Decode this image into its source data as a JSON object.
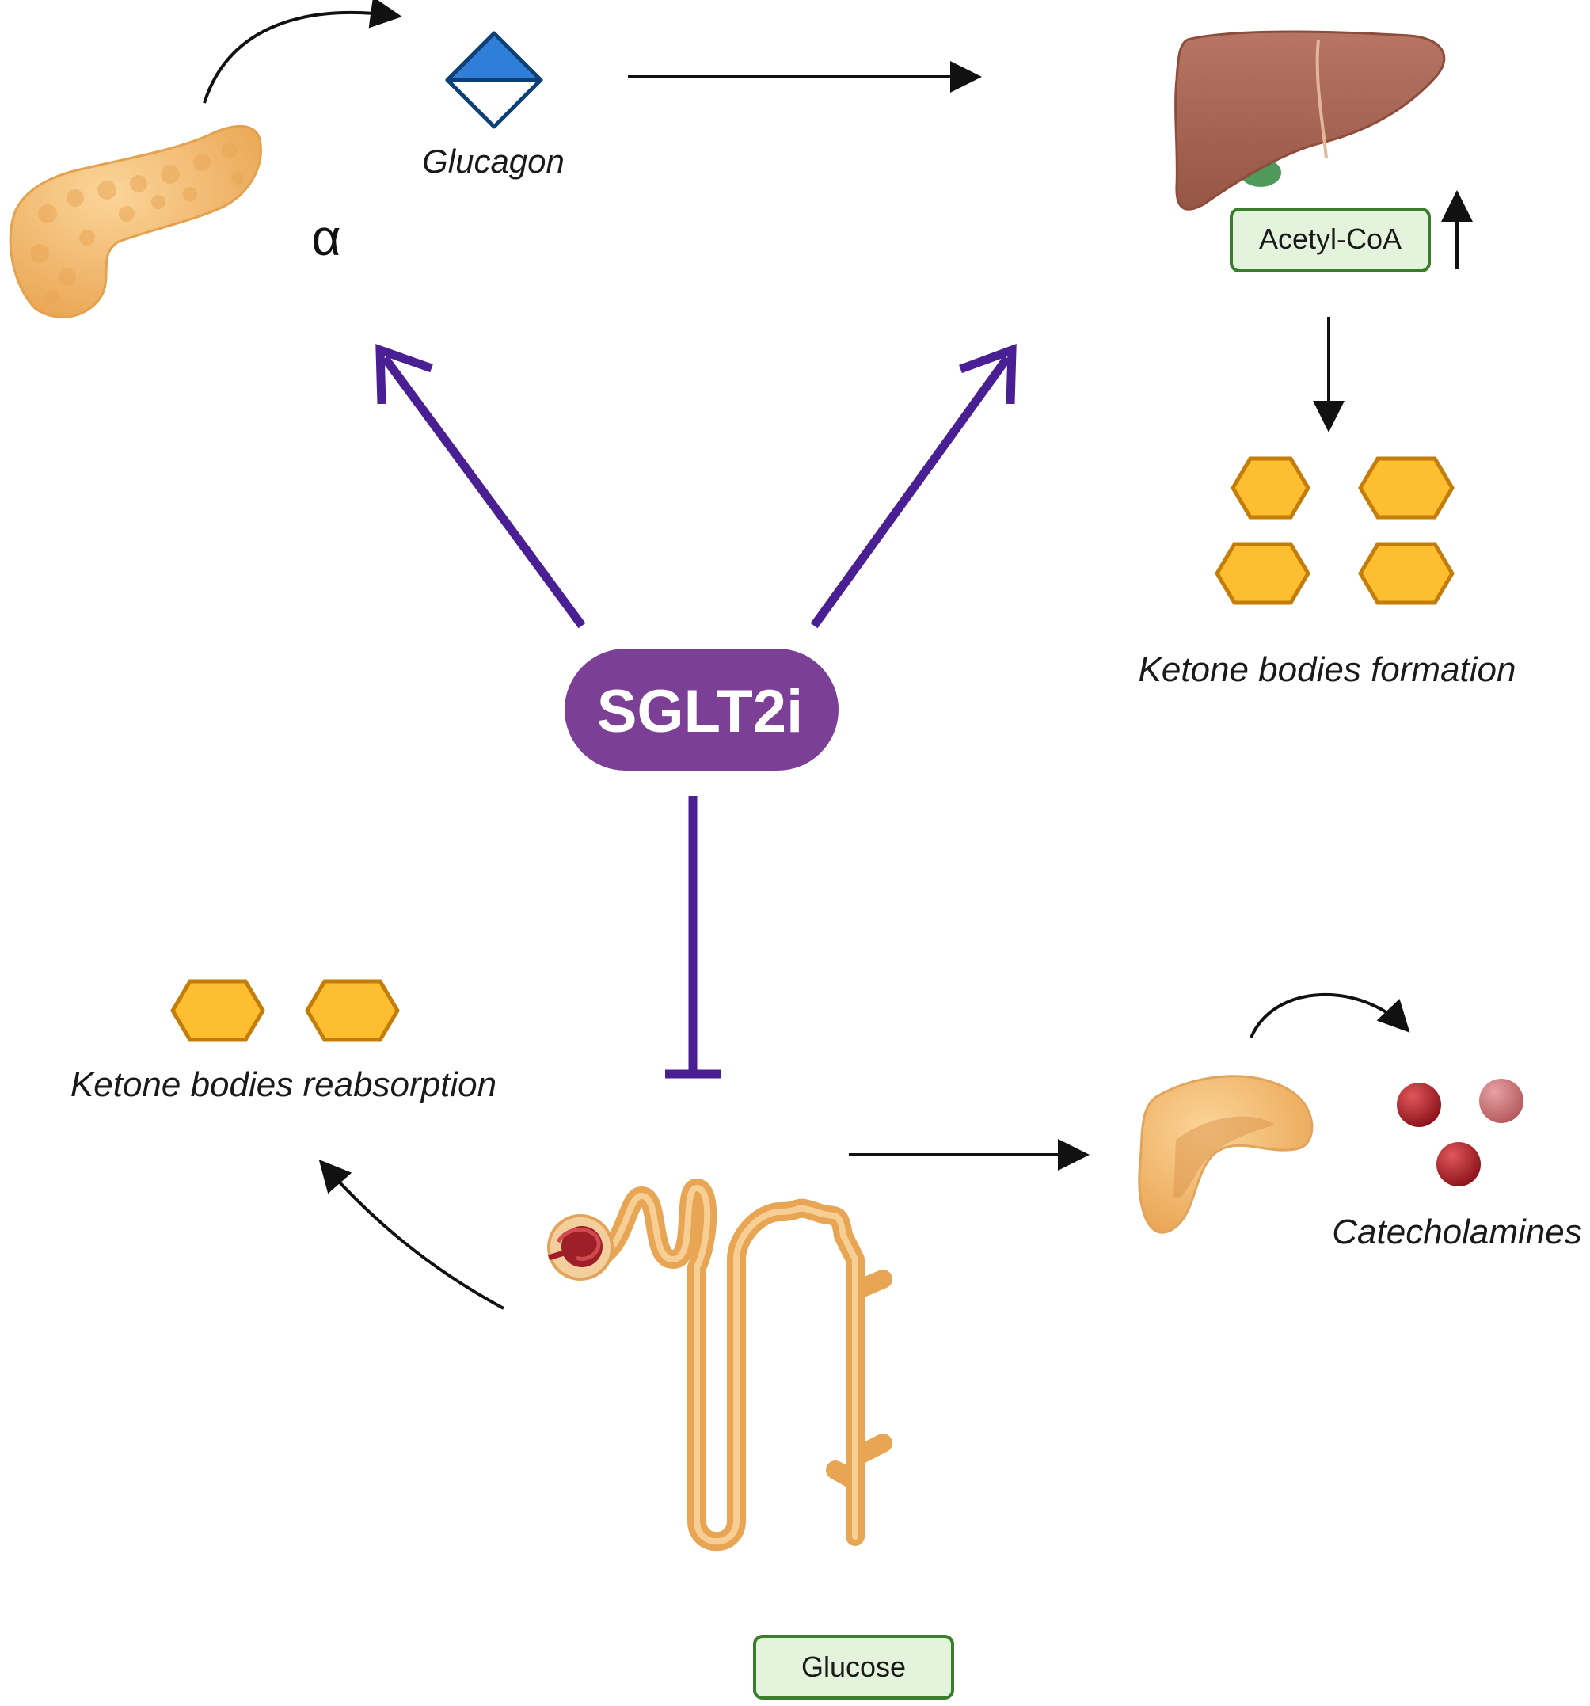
{
  "labels": {
    "glucagon": "Glucagon",
    "alpha": "α",
    "acetyl_coa": "Acetyl-CoA",
    "ketone_formation": "Ketone bodies formation",
    "sglt2i": "SGLT2i",
    "ketone_reabsorption": "Ketone bodies reabsorption",
    "catecholamines": "Catecholamines",
    "glucose": "Glucose"
  },
  "icons": {
    "pancreas": "pancreas-icon",
    "glucagon": "glucagon-diamond-icon",
    "liver": "liver-icon",
    "ketone_body": "ketone-hexagon-icon",
    "kidney_nephron": "nephron-icon",
    "adrenal": "adrenal-gland-icon",
    "catecholamine": "catecholamine-sphere-icon"
  },
  "colors": {
    "sglt2i_pill": "#7b3f96",
    "inhibit_arrows": "#4a1f94",
    "ketone_fill": "#fdbe2f",
    "ketone_stroke": "#c57d0a",
    "label_box_fill": "#e4f3dc",
    "label_box_stroke": "#3a7d2a",
    "glucagon_blue": "#2f7fd8",
    "liver": "#a86757",
    "pancreas": "#f2b46b",
    "catecholamine_red": "#b4222b"
  }
}
